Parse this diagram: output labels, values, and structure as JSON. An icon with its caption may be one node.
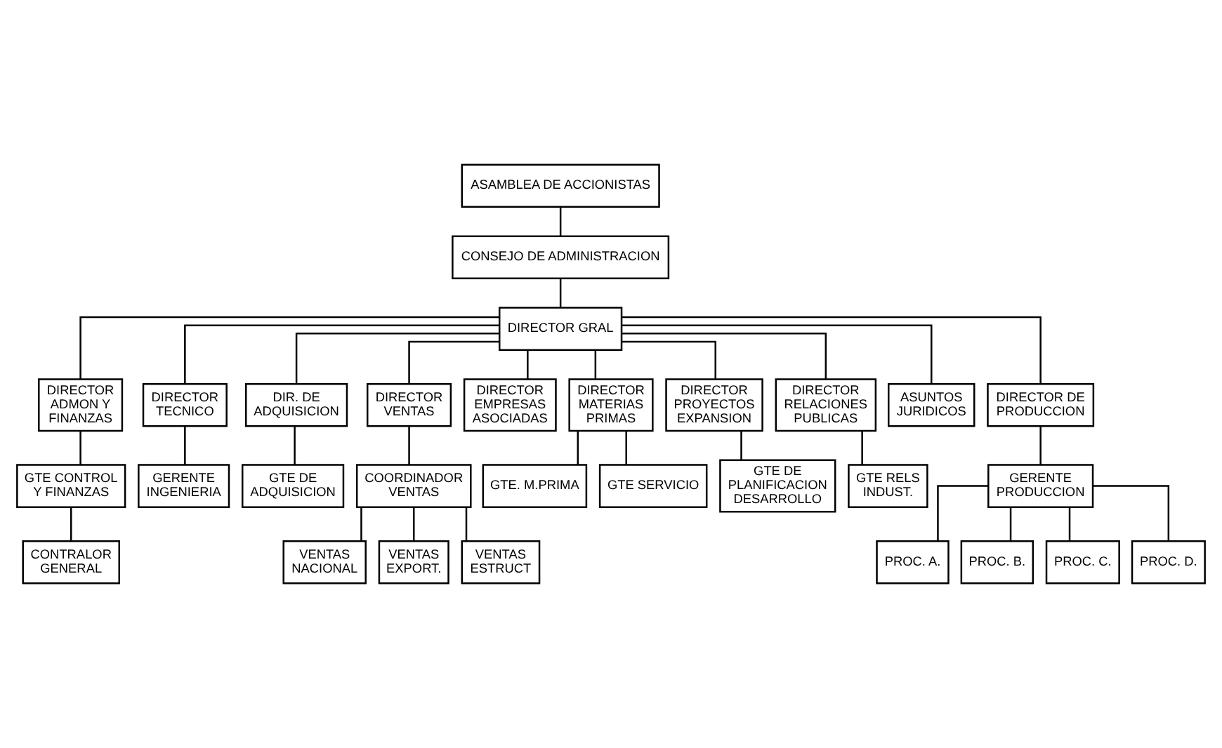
{
  "diagram": {
    "nodes": [
      {
        "text": [
          "ASAMBLEA DE ACCIONISTAS"
        ]
      },
      {
        "text": [
          "CONSEJO DE ADMINISTRACION"
        ]
      },
      {
        "text": [
          "DIRECTOR GRAL"
        ]
      },
      {
        "text": [
          "DIRECTOR ADMON Y FINANZAS"
        ]
      },
      {
        "text": [
          "DIRECTOR TECNICO"
        ]
      },
      {
        "text": [
          "DIR. DE ADQUISICION"
        ]
      },
      {
        "text": [
          "DIRECTOR VENTAS"
        ]
      },
      {
        "text": [
          "DIRECTOR EMPRESAS ASOCIADAS"
        ]
      },
      {
        "text": [
          "DIRECTOR MATERIAS PRIMAS"
        ]
      },
      {
        "text": [
          "DIRECTOR PROYECTOS EXPANSION"
        ]
      },
      {
        "text": [
          "DIRECTOR RELACIONES PUBLICAS"
        ]
      },
      {
        "text": [
          "ASUNTOS JURIDICOS"
        ]
      },
      {
        "text": [
          "DIRECTOR DE PRODUCCION"
        ]
      },
      {
        "text": [
          "GTE CONTROL Y FINANZAS"
        ]
      },
      {
        "text": [
          "GERENTE INGENIERIA"
        ]
      },
      {
        "text": [
          "GTE DE ADQUISICION"
        ]
      },
      {
        "text": [
          "COORDINADOR VENTAS"
        ]
      },
      {
        "text": [
          "GTE DE PLANIFICACION DESARROLLO"
        ]
      },
      {
        "text": [
          "GTE RELS INDUST."
        ]
      },
      {
        "text": [
          "GERENTE PRODUCCION"
        ]
      },
      {
        "text": [
          "CONTRALOR GENERAL"
        ]
      },
      {
        "text": [
          "VENTAS NACIONAL"
        ]
      },
      {
        "text": [
          "VENTAS EXPORT."
        ]
      },
      {
        "text": [
          "VENTAS ESTRUCT"
        ]
      },
      {
        "text": [
          "GTE. M.PRIMA"
        ]
      },
      {
        "text": [
          "GTE SERVICIO"
        ]
      },
      {
        "text": [
          "PROC. A."
        ]
      },
      {
        "text": [
          "PROC. B."
        ]
      },
      {
        "text": [
          "PROC. C."
        ]
      },
      {
        "text": [
          "PROC. D."
        ]
      }
    ],
    "edges": [
      {
        "from": 0,
        "to": 1,
        "arrow": "none"
      },
      {
        "from": 1,
        "to": 2,
        "arrow": "none"
      },
      {
        "from": 2,
        "to": 3,
        "arrow": "none"
      },
      {
        "from": 2,
        "to": 4,
        "arrow": "none"
      },
      {
        "from": 2,
        "to": 5,
        "arrow": "none"
      },
      {
        "from": 2,
        "to": 6,
        "arrow": "none"
      },
      {
        "from": 2,
        "to": 7,
        "arrow": "none"
      },
      {
        "from": 2,
        "to": 8,
        "arrow": "none"
      },
      {
        "from": 2,
        "to": 9,
        "arrow": "none"
      },
      {
        "from": 2,
        "to": 10,
        "arrow": "none"
      },
      {
        "from": 2,
        "to": 11,
        "arrow": "none"
      },
      {
        "from": 2,
        "to": 12,
        "arrow": "none"
      },
      {
        "from": 3,
        "to": 13,
        "arrow": "none"
      },
      {
        "from": 4,
        "to": 14,
        "arrow": "none"
      },
      {
        "from": 5,
        "to": 15,
        "arrow": "none"
      },
      {
        "from": 6,
        "to": 16,
        "arrow": "none"
      },
      {
        "from": 9,
        "to": 17,
        "arrow": "none"
      },
      {
        "from": 10,
        "to": 18,
        "arrow": "none"
      },
      {
        "from": 12,
        "to": 19,
        "arrow": "none"
      },
      {
        "from": 13,
        "to": 20,
        "arrow": "none"
      },
      {
        "from": 16,
        "to": 21,
        "arrow": "none"
      },
      {
        "from": 16,
        "to": 22,
        "arrow": "none"
      },
      {
        "from": 16,
        "to": 23,
        "arrow": "none"
      },
      {
        "from": 8,
        "to": 24,
        "arrow": "none"
      },
      {
        "from": 8,
        "to": 25,
        "arrow": "none"
      },
      {
        "from": 19,
        "to": 26,
        "arrow": "none"
      },
      {
        "from": 19,
        "to": 27,
        "arrow": "none"
      },
      {
        "from": 19,
        "to": 28,
        "arrow": "none"
      },
      {
        "from": 19,
        "to": 29,
        "arrow": "none"
      }
    ]
  }
}
